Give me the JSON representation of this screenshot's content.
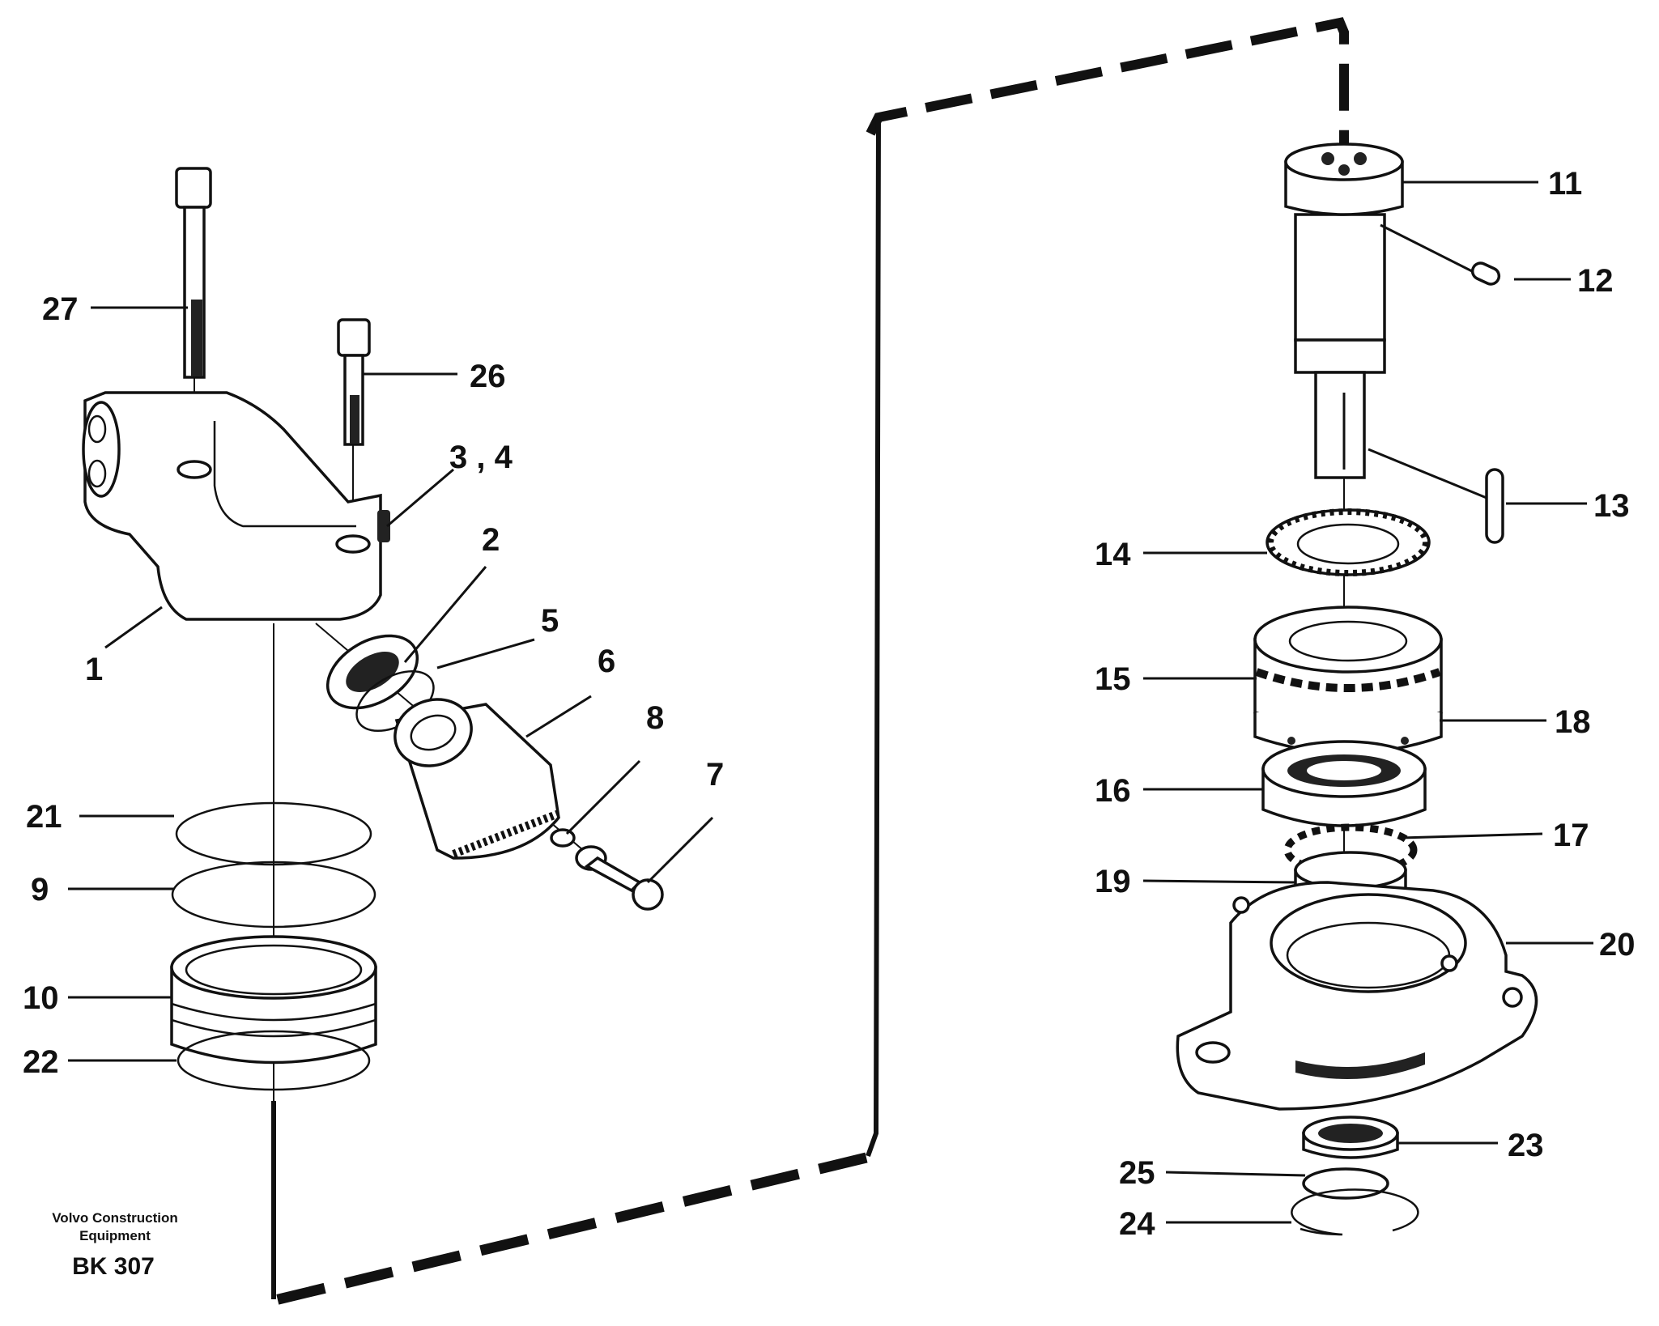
{
  "brand": {
    "line1": "Volvo Construction",
    "line2": "Equipment",
    "code": "BK 307"
  },
  "labels": {
    "p1": "1",
    "p2": "2",
    "p3_4": "3 , 4",
    "p5": "5",
    "p6": "6",
    "p7": "7",
    "p8": "8",
    "p9": "9",
    "p10": "10",
    "p11": "11",
    "p12": "12",
    "p13": "13",
    "p14": "14",
    "p15": "15",
    "p16": "16",
    "p17": "17",
    "p18": "18",
    "p19": "19",
    "p20": "20",
    "p21": "21",
    "p22": "22",
    "p23": "23",
    "p24": "24",
    "p25": "25",
    "p26": "26",
    "p27": "27"
  }
}
